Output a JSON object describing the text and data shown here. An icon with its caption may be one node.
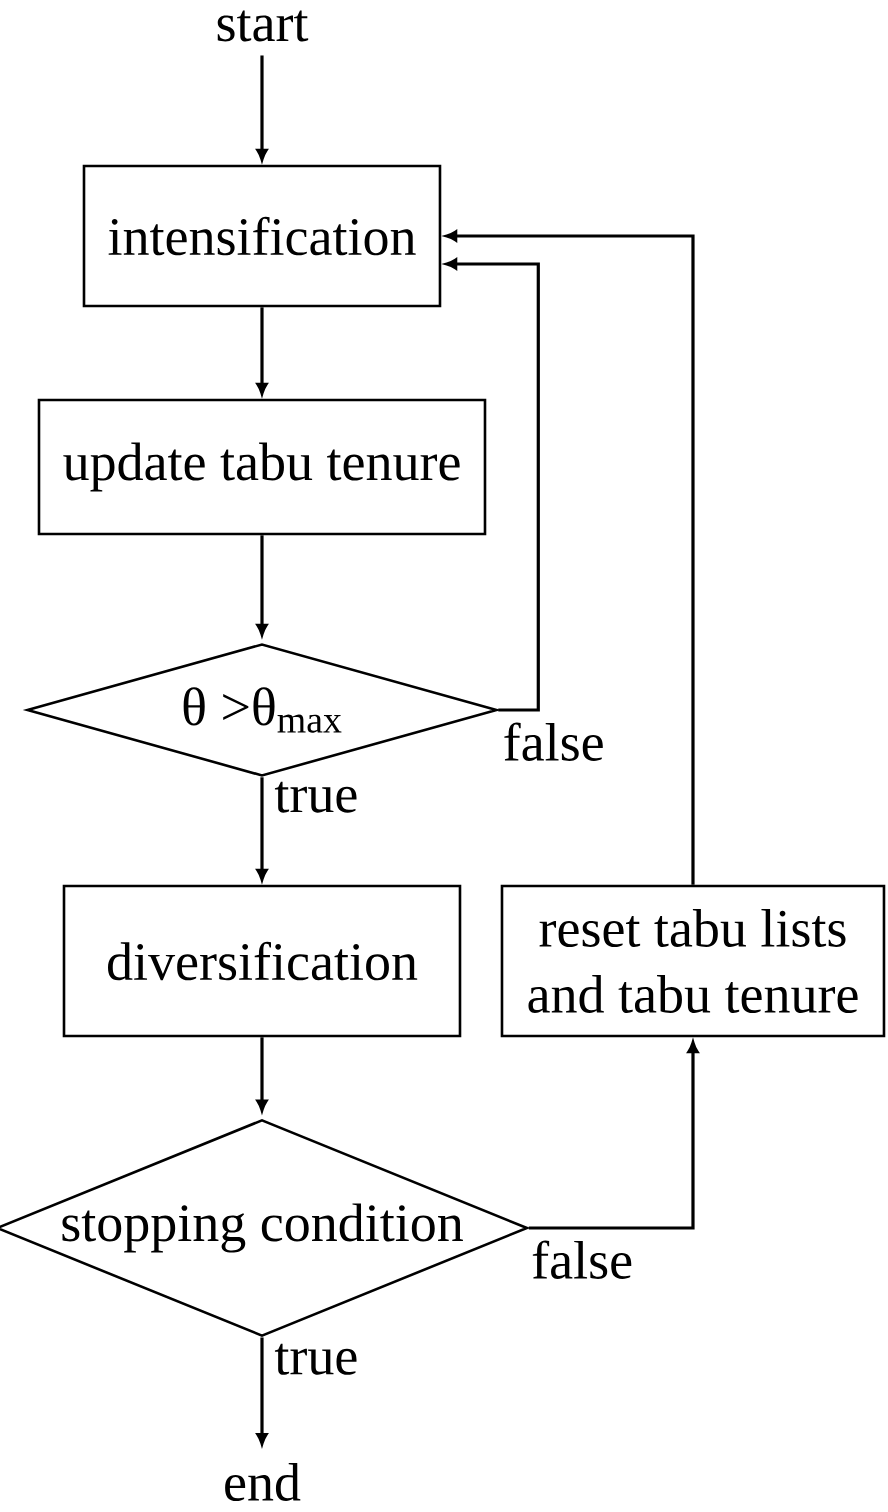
{
  "diagram": {
    "nodes": [
      {
        "text": [
          "start"
        ]
      },
      {
        "text": [
          "intensification"
        ]
      },
      {
        "text": [
          "update tabu tenure"
        ]
      },
      {
        "text": [
          "θ >θ$_{max}$"
        ]
      },
      {
        "text": [
          "diversification"
        ]
      },
      {
        "text": [
          "reset tabu lists and tabu tenure"
        ]
      },
      {
        "text": [
          "stopping condition"
        ]
      },
      {
        "text": [
          "end"
        ]
      }
    ],
    "edges": [
      {
        "from": 0,
        "to": 1,
        "arrow": "to"
      },
      {
        "from": 1,
        "to": 2,
        "arrow": "to"
      },
      {
        "from": 2,
        "to": 3,
        "arrow": "to"
      },
      {
        "from": 3,
        "to": 1,
        "arrow": "to",
        "label": "false"
      },
      {
        "from": 3,
        "to": 4,
        "arrow": "to",
        "label": "true"
      },
      {
        "from": 4,
        "to": 6,
        "arrow": "to"
      },
      {
        "from": 6,
        "to": 5,
        "arrow": "to",
        "label": "false"
      },
      {
        "from": 5,
        "to": 1,
        "arrow": "to"
      },
      {
        "from": 6,
        "to": 7,
        "arrow": "to",
        "label": "true"
      }
    ]
  }
}
